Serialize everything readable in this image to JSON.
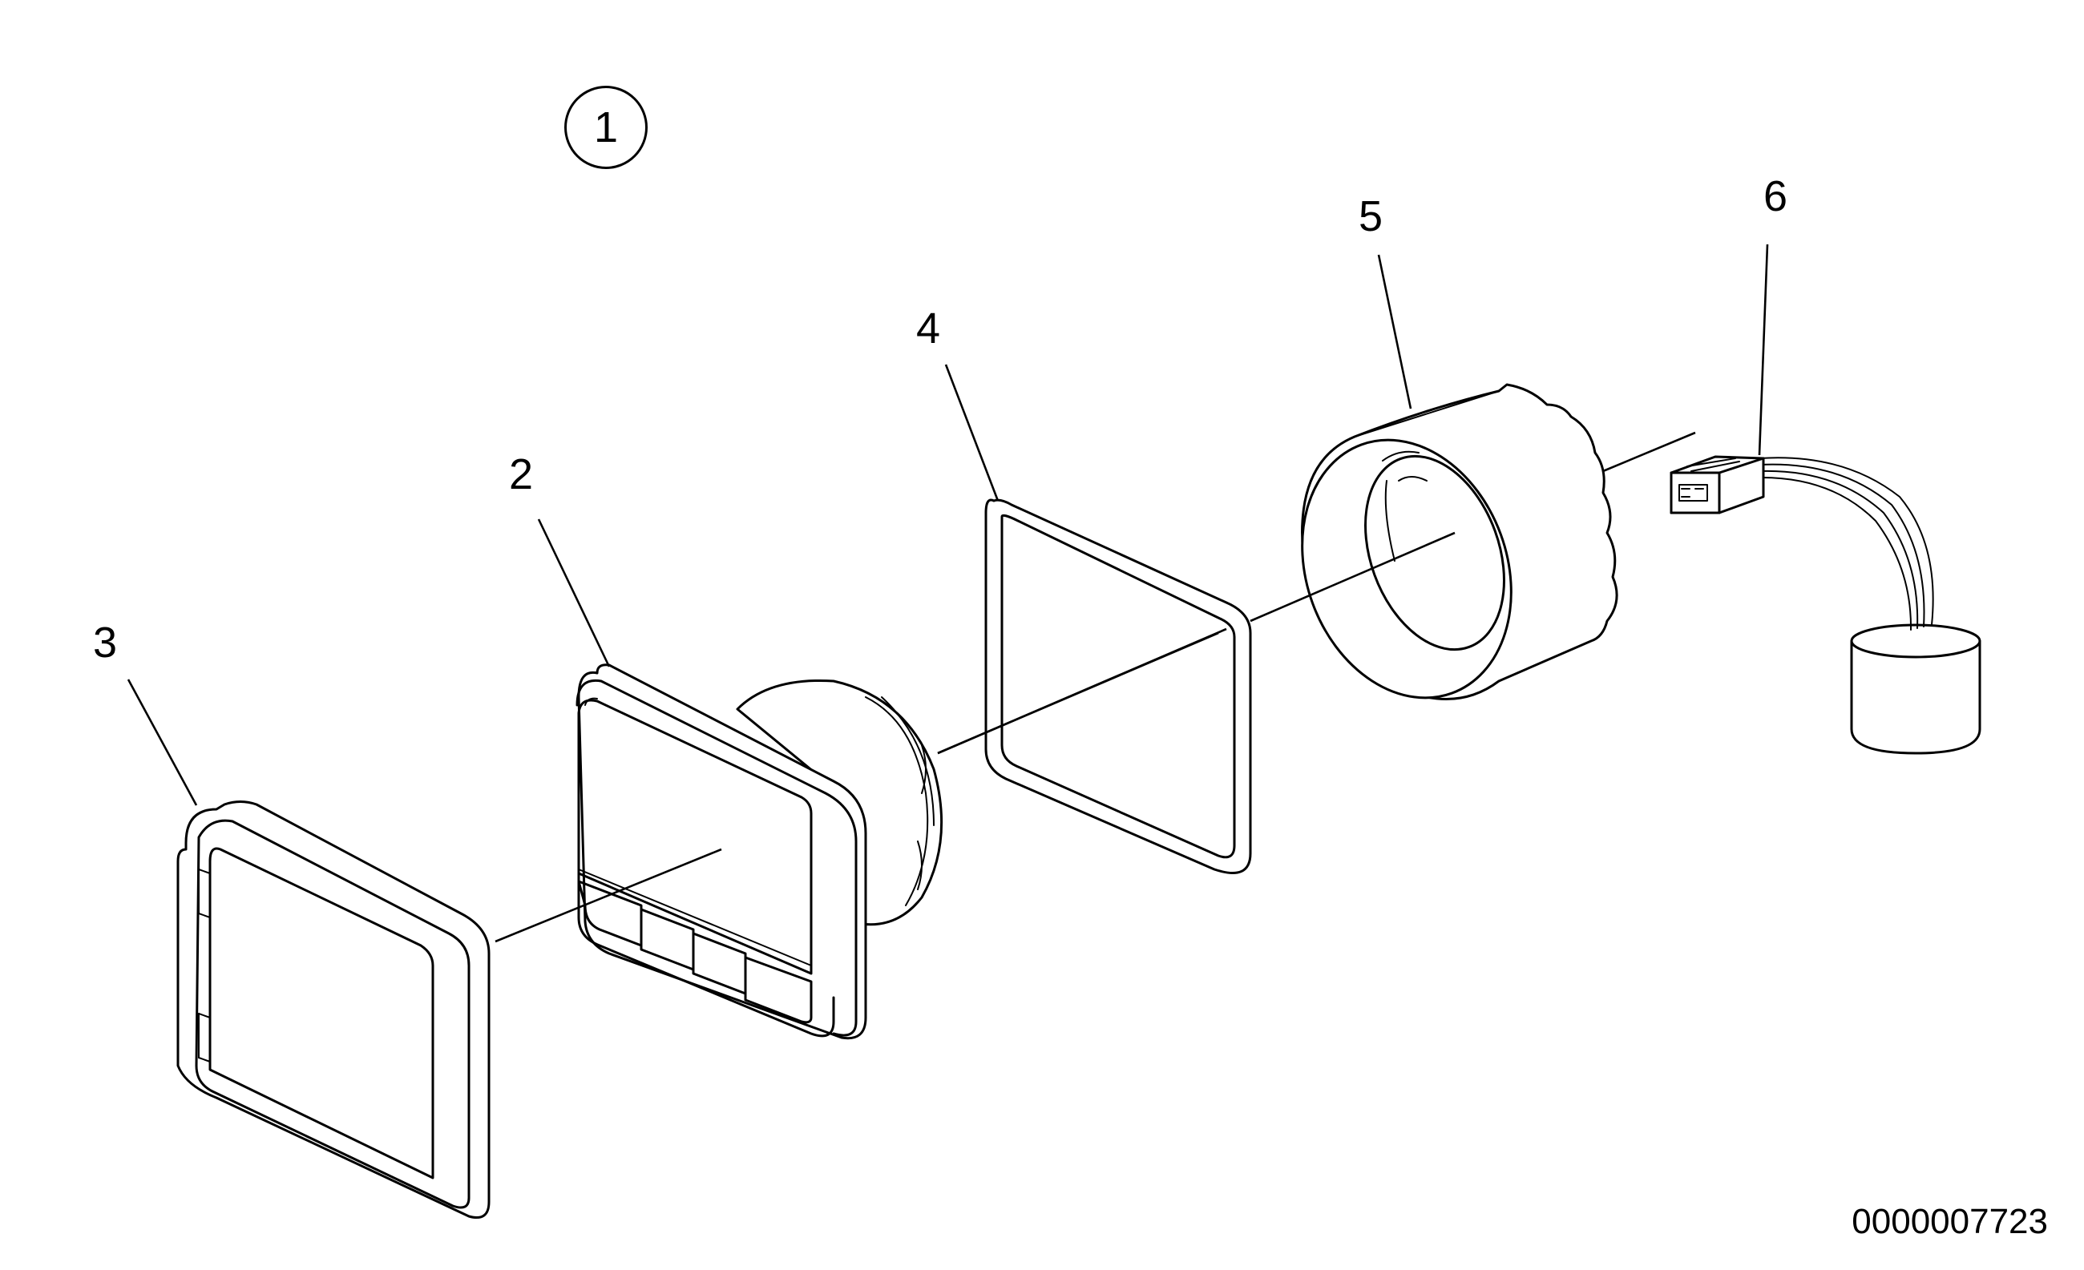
{
  "figure": {
    "group_number": "1",
    "document_number": "0000007723"
  },
  "callouts": [
    {
      "id": "frame",
      "number": "3"
    },
    {
      "id": "display-unit",
      "number": "2"
    },
    {
      "id": "gasket",
      "number": "4"
    },
    {
      "id": "retaining-ring",
      "number": "5"
    },
    {
      "id": "connector-cable",
      "number": "6"
    }
  ]
}
